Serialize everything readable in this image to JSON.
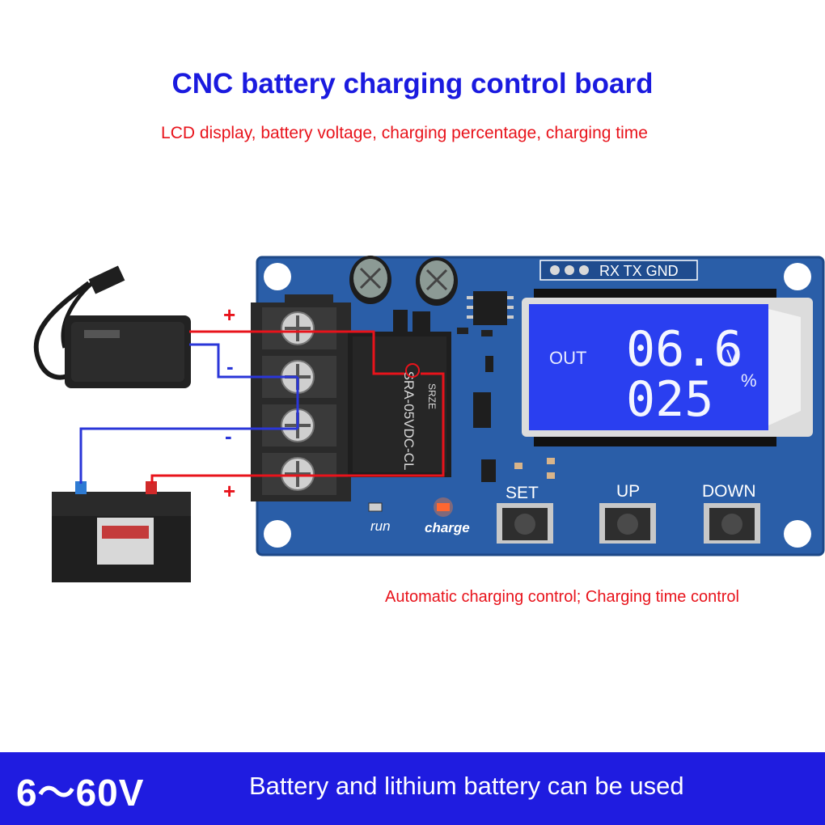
{
  "heading": {
    "title": "CNC battery charging control board",
    "subtitle": "LCD display, battery voltage, charging percentage, charging time"
  },
  "board": {
    "header_pins_label": "RX TX GND",
    "relay_label": "SRA-05VDC-CL",
    "relay_brand": "SRZE",
    "led_run": "run",
    "led_charge": "charge",
    "buttons": [
      "SET",
      "UP",
      "DOWN"
    ]
  },
  "lcd": {
    "mode": "OUT",
    "voltage": "06.6",
    "voltage_unit": "V",
    "percentage": "025",
    "percentage_unit": "%"
  },
  "wiring": {
    "plus_top": "+",
    "minus_top": "-",
    "minus_bottom": "-",
    "plus_bottom": "+"
  },
  "feature_text": "Automatic charging control; Charging time control",
  "banner": {
    "range": "6～60V",
    "usage": "Battery and lithium battery can be used"
  },
  "colors": {
    "title": "#1a1adf",
    "accent_red": "#e8131b",
    "banner": "#1f1ce0",
    "pcb": "#2a5ea8",
    "lcd": "#2a3ff0"
  }
}
